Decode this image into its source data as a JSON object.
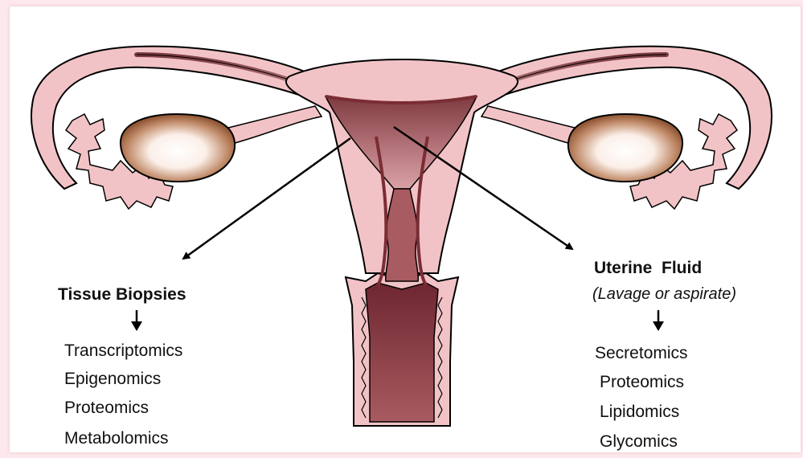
{
  "left_group": {
    "heading": "Tissue Biopsies",
    "items": [
      "Transcriptomics",
      "Epigenomics",
      "Proteomics",
      "Metabolomics"
    ]
  },
  "right_group": {
    "heading": "Uterine  Fluid",
    "subheading": "(Lavage or aspirate)",
    "items": [
      "Secretomics",
      "Proteomics",
      "Lipidomics",
      "Glycomics"
    ]
  },
  "colors": {
    "tissue_fill": "#f2c3c6",
    "tissue_outline": "#000000",
    "endometrium": "#a5646a",
    "cervical_canal": "#7a2d34",
    "ovary_brown": "#8d5433",
    "ovary_highlight": "#ffffff",
    "frame_border": "#fde9ed"
  }
}
